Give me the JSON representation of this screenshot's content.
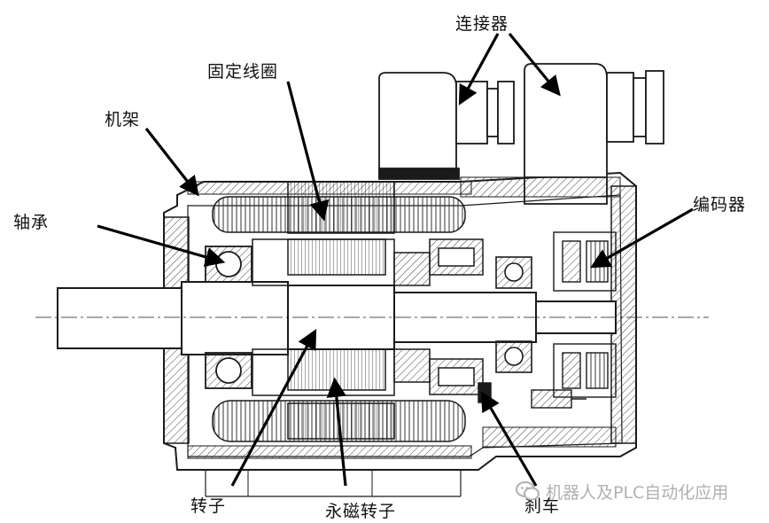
{
  "labels": {
    "connector": "连接器",
    "stator_coil": "固定线圈",
    "frame": "机架",
    "bearing": "轴承",
    "encoder": "编码器",
    "rotor": "转子",
    "pm_rotor": "永磁转子",
    "brake": "刹车"
  },
  "watermark": {
    "icon": "wechat-icon",
    "text": "机器人及PLC自动化应用"
  },
  "colors": {
    "line": "#1a1a1a",
    "hatch": "#555555",
    "watermark": "#b0b0b0"
  }
}
